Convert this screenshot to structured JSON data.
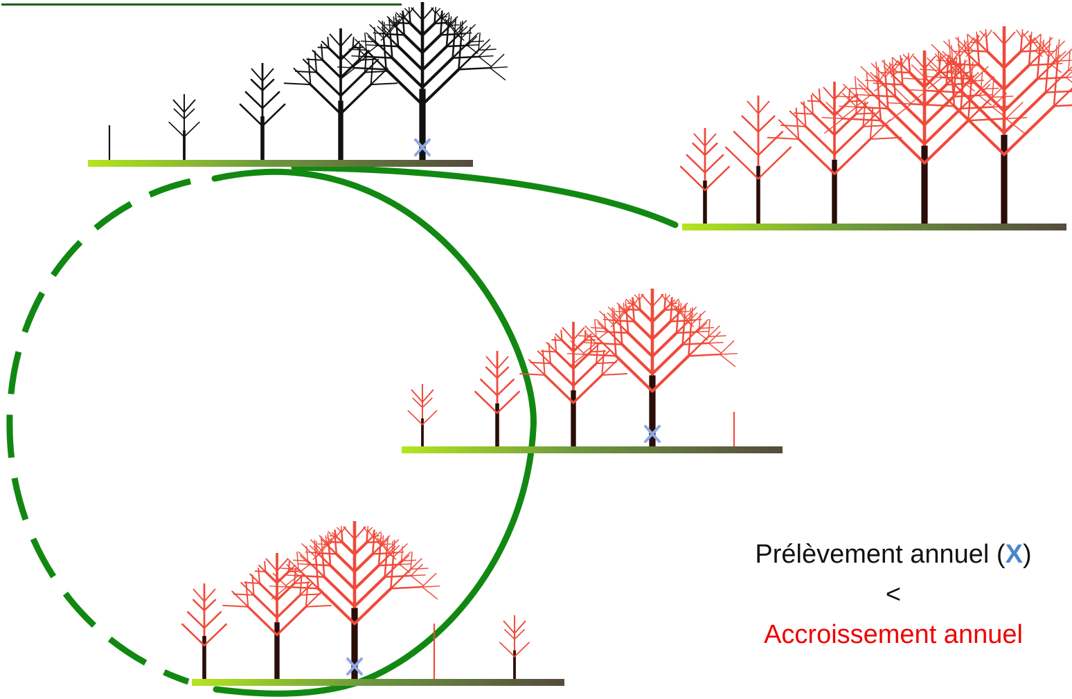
{
  "caption": {
    "harvest_before": "Prélèvement annuel (",
    "harvest_mark": "X",
    "harvest_after": ")",
    "comparator": "<",
    "growth": "Accroissement annuel"
  },
  "colors": {
    "mature_tree": "#111111",
    "growth": "#f04a3a",
    "harvest_mark": "#8fa8e6",
    "cycle_loop": "#118811",
    "ground_start": "#b4e61e",
    "ground_end": "#554a3e",
    "title_underline": "#1e5c1e"
  },
  "diagram": {
    "panels": [
      {
        "name": "panel-initial-stand",
        "tree_levels": [
          0,
          1,
          2,
          3,
          4
        ],
        "tree_color": "mature",
        "harvested_tree_index": 4
      },
      {
        "name": "panel-grown-stand",
        "tree_levels": [
          2,
          2,
          3,
          4,
          4
        ],
        "tree_color": "grown"
      },
      {
        "name": "panel-after-harvest",
        "tree_levels": [
          1,
          2,
          3,
          4,
          0
        ],
        "tree_color": "grown",
        "harvested_tree_index": 3
      },
      {
        "name": "panel-regenerated-stand",
        "tree_levels": [
          2,
          3,
          4,
          0,
          1
        ],
        "tree_color": "grown",
        "harvested_tree_index": 2
      }
    ]
  }
}
